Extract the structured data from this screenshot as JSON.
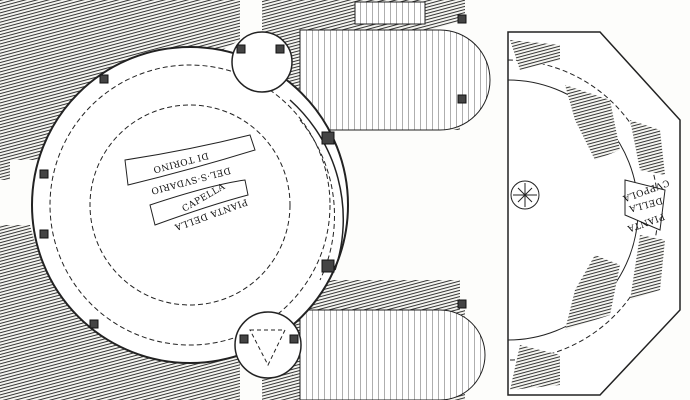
{
  "plan_chapel": {
    "banner_lines": [
      "PIANTA DELLA",
      "CAPELLA",
      "DEL·S·SVDARIO",
      "DI TORINO"
    ]
  },
  "plan_dome": {
    "banner_lines": [
      "PIANTA",
      "DELLA",
      "CVPPOLA"
    ]
  },
  "colors": {
    "ink": "#1a1a1a",
    "paper": "#fdfdfb",
    "hatch": "#555555"
  }
}
